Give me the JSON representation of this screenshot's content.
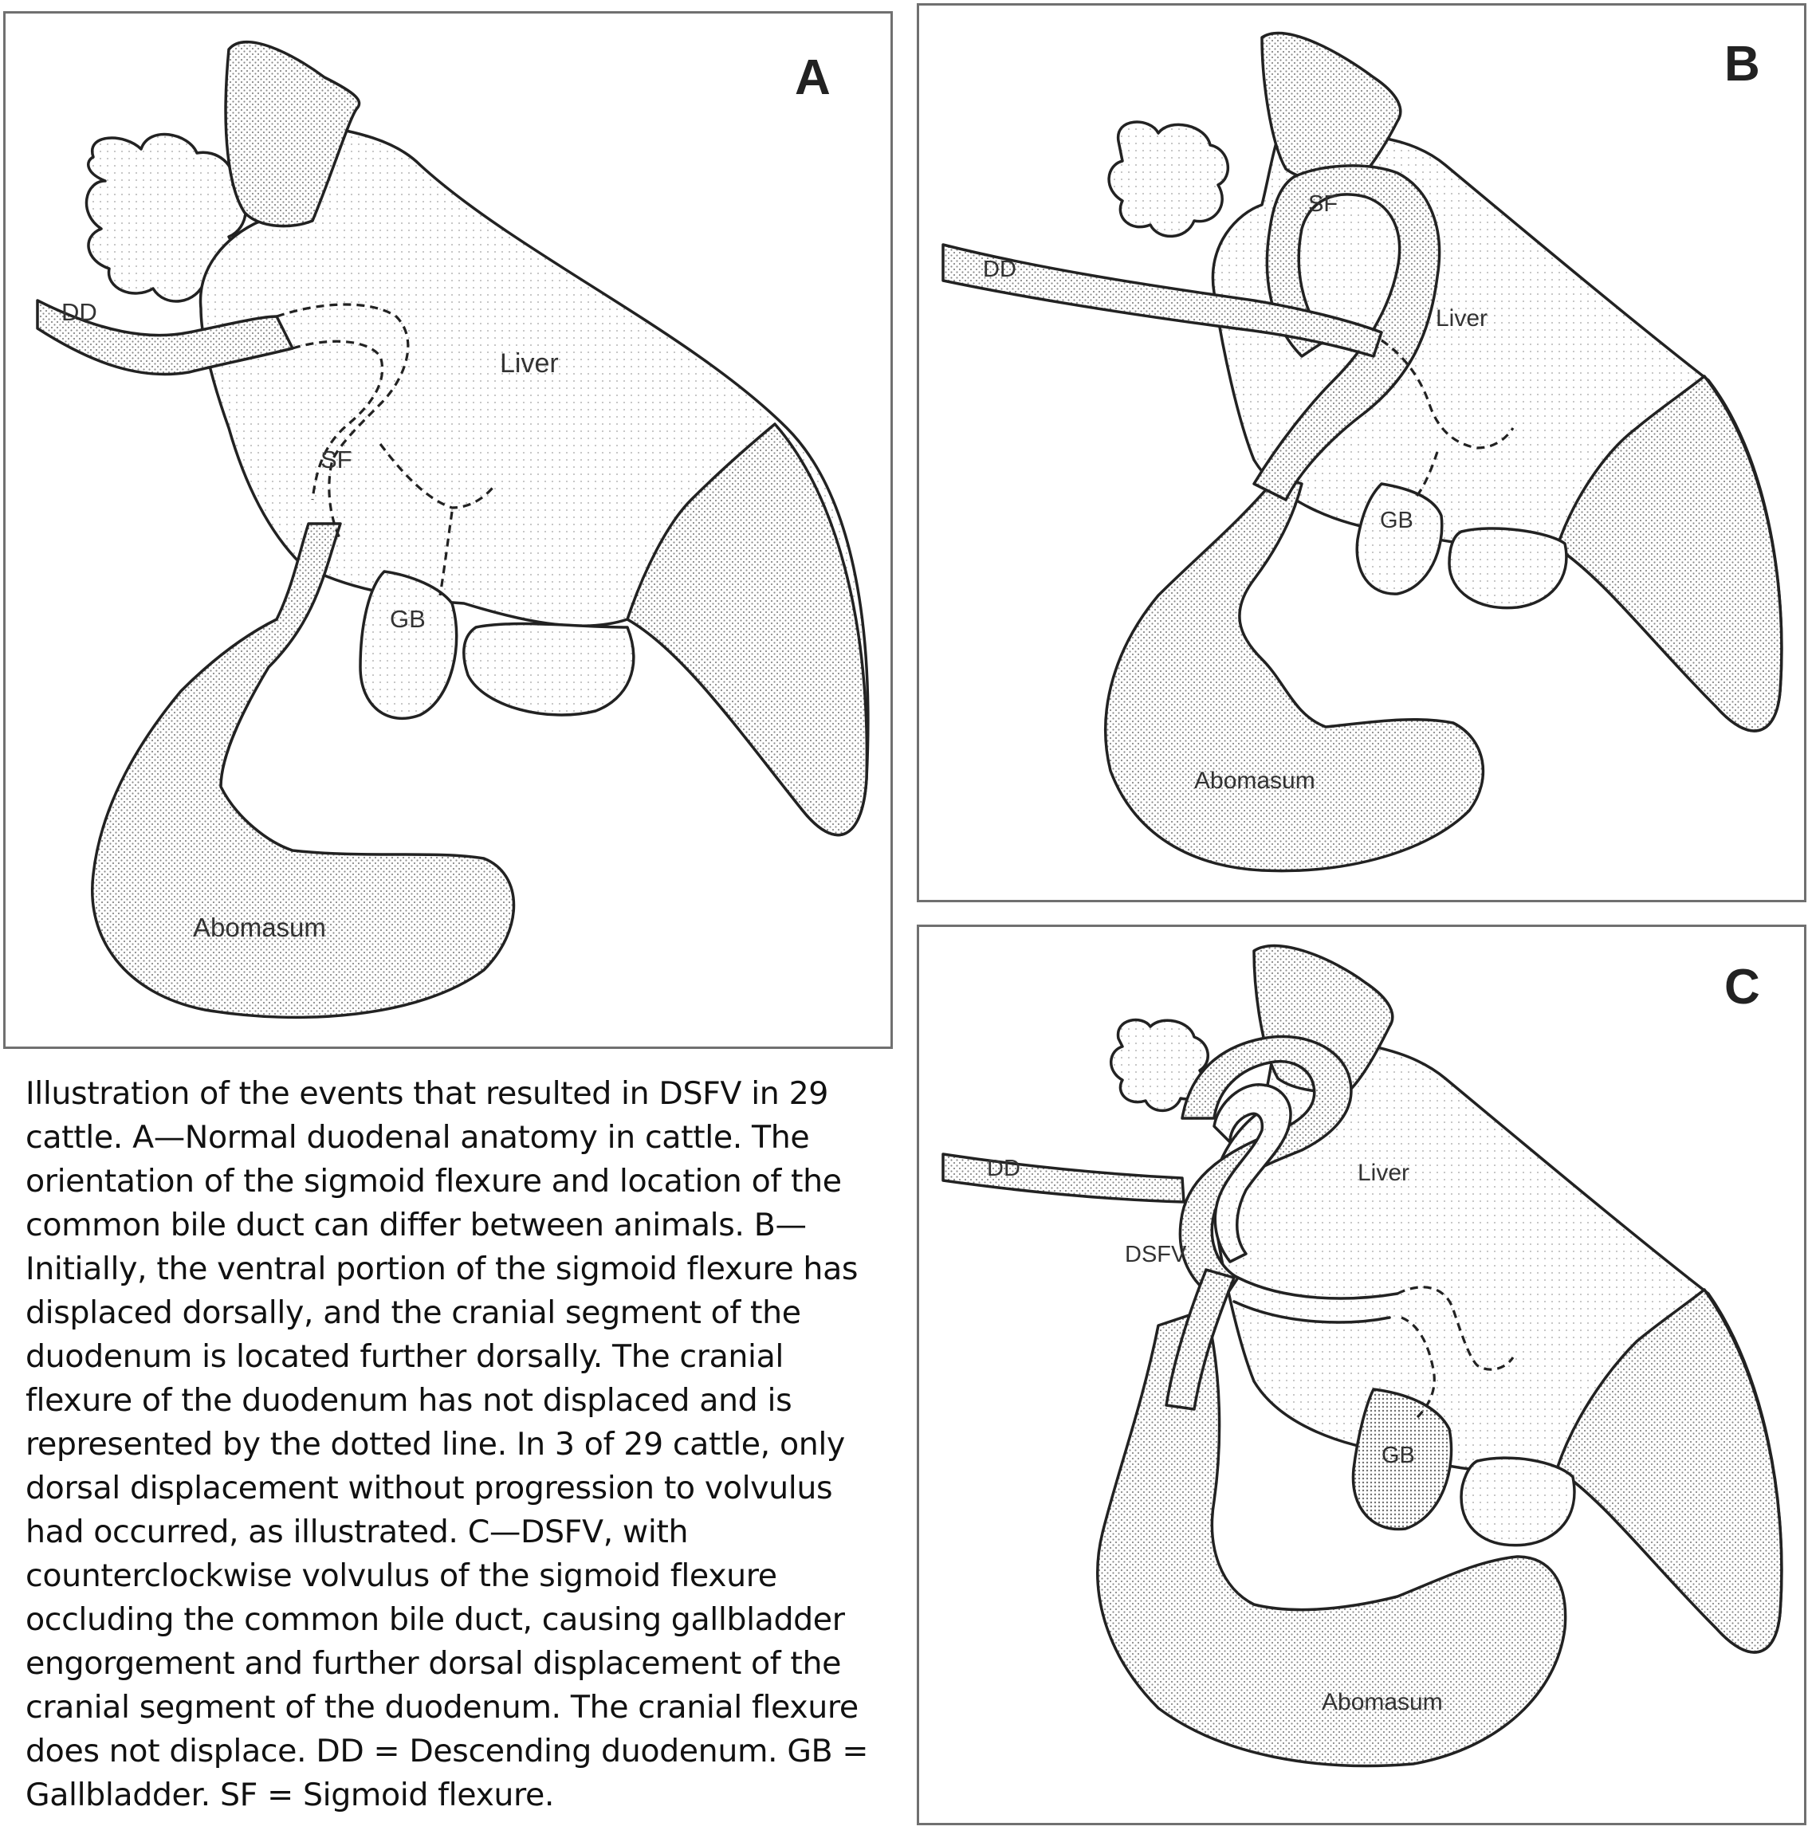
{
  "panels": {
    "a": {
      "letter": "A",
      "liver": "Liver",
      "dd": "DD",
      "sf": "SF",
      "gb": "GB",
      "abomasum": "Abomasum"
    },
    "b": {
      "letter": "B",
      "liver": "Liver",
      "dd": "DD",
      "sf": "SF",
      "gb": "GB",
      "abomasum": "Abomasum"
    },
    "c": {
      "letter": "C",
      "liver": "Liver",
      "dd": "DD",
      "dsfv": "DSFV",
      "gb": "GB",
      "abomasum": "Abomasum"
    }
  },
  "caption": "Illustration of the events that resulted in DSFV in 29 cattle. A—Normal duodenal anatomy in cattle. The orientation of the sigmoid flexure and location of the common bile duct can differ between animals. B—Initially, the ventral portion of the sigmoid flexure has displaced dorsally, and the cranial segment of the duodenum is located further dorsally. The cranial flexure of the duodenum has not displaced and is represented by the dotted line. In 3 of 29 cattle, only dorsal displacement without progression to volvulus had occurred, as illustrated. C—DSFV, with counterclockwise volvulus of the sigmoid flexure occluding the common bile duct, causing gallbladder engorgement and further dorsal displacement of the cranial segment of the duodenum. The cranial flexure does not displace. DD = Descending duodenum. GB = Gallbladder. SF = Sigmoid flexure."
}
